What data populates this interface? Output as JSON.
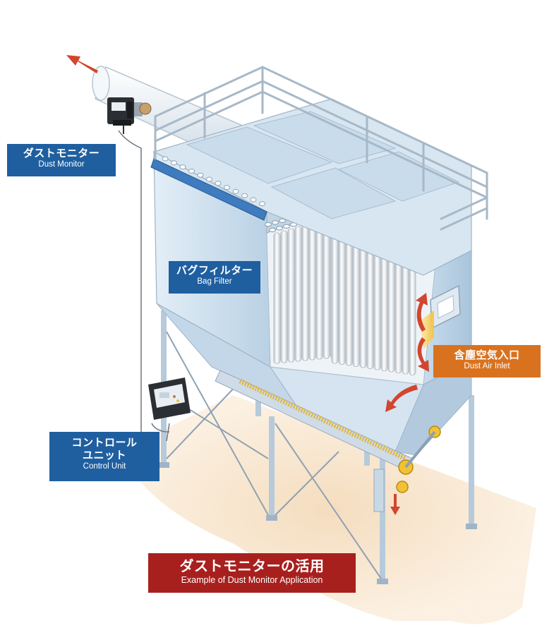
{
  "labels": {
    "dust_monitor": {
      "jp": "ダストモニター",
      "en": "Dust Monitor"
    },
    "bag_filter": {
      "jp": "バグフィルター",
      "en": "Bag Filter"
    },
    "dust_air_inlet": {
      "jp": "含塵空気入口",
      "en": "Dust Air Inlet"
    },
    "control_unit": {
      "jp_line1": "コントロール",
      "jp_line2": "ユニット",
      "en": "Control Unit"
    },
    "title": {
      "jp": "ダストモニターの活用",
      "en": "Example of Dust Monitor Application"
    }
  },
  "colors": {
    "label_blue": "#1f5fa0",
    "label_orange": "#d9721f",
    "label_red": "#a8201e",
    "flow_arrow": "#d2452e",
    "filter_body": "#cfe0ee",
    "shadow": "#f6e3cc"
  }
}
